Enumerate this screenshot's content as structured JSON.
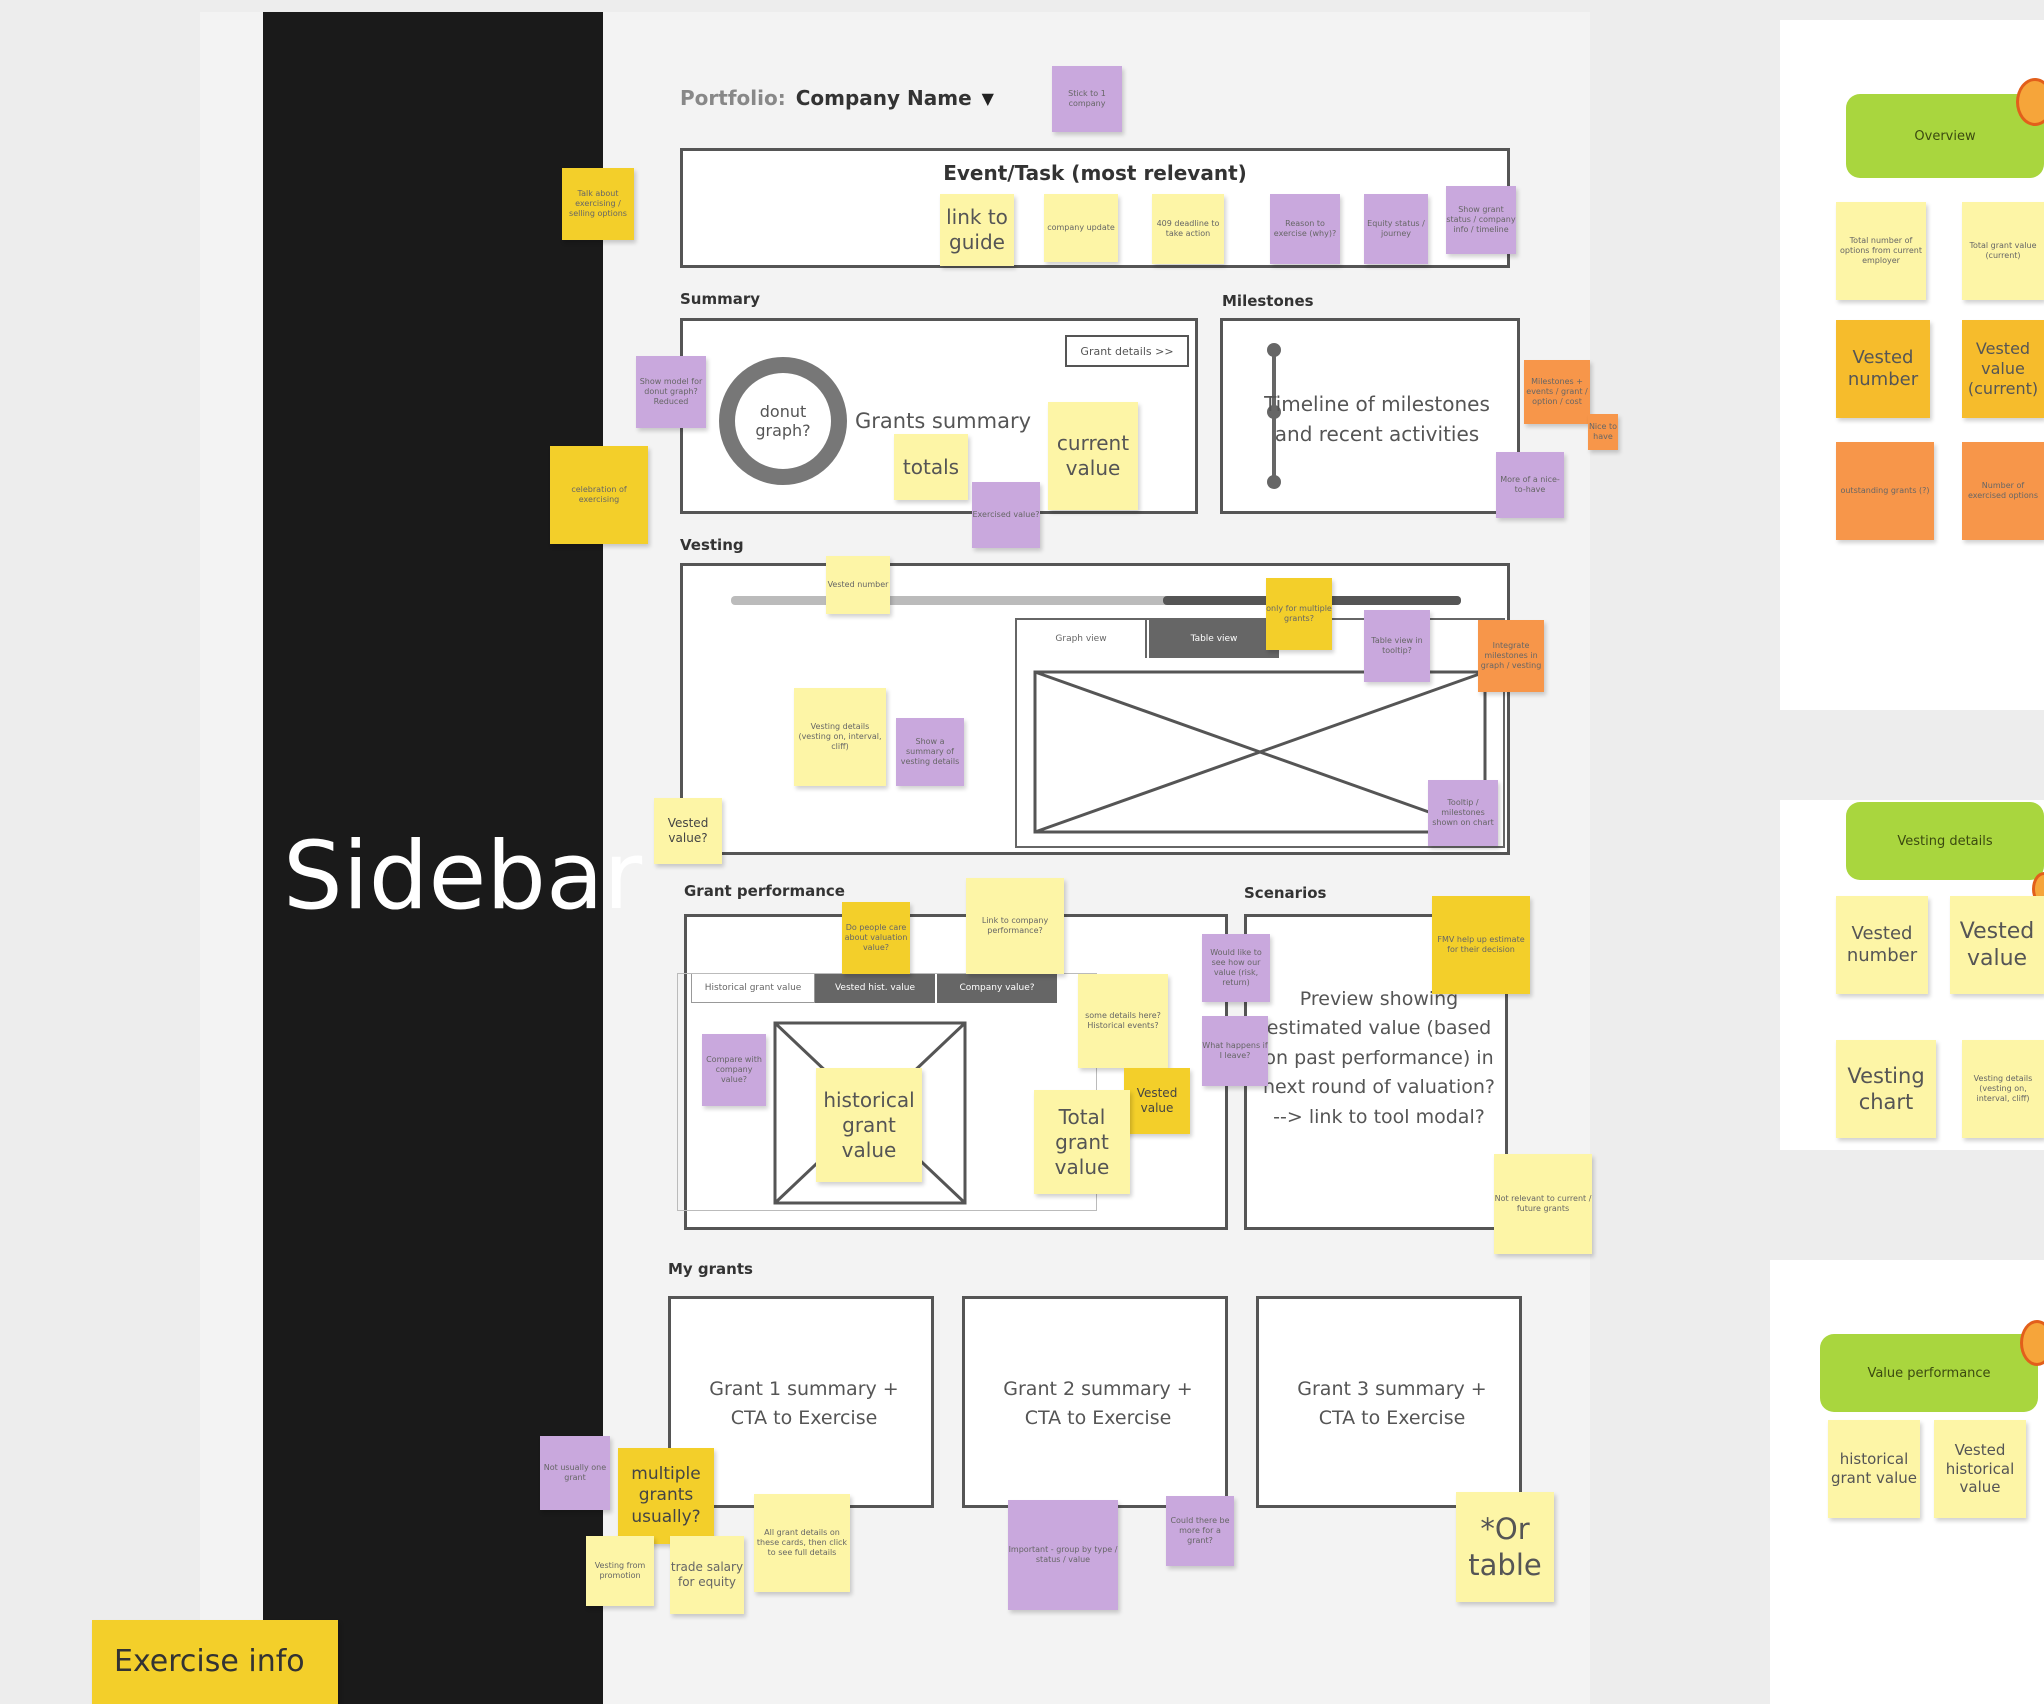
{
  "sidebar": {
    "label": "Sidebar"
  },
  "portfolio": {
    "label": "Portfolio:",
    "company": "Company Name"
  },
  "event_task": {
    "title": "Event/Task (most relevant)"
  },
  "sections": {
    "summary": "Summary",
    "milestones": "Milestones",
    "vesting": "Vesting",
    "grant_performance": "Grant performance",
    "scenarios": "Scenarios",
    "my_grants": "My grants"
  },
  "summary": {
    "donut": "donut graph?",
    "grants_summary": "Grants summary",
    "grant_details_button": "Grant details >>"
  },
  "milestones": {
    "timeline": "Timeline of milestones and recent activities"
  },
  "vesting": {
    "tab_graph": "Graph view",
    "tab_table": "Table view"
  },
  "performance": {
    "tab1": "Historical grant value",
    "tab2": "Vested hist. value",
    "tab3": "Company value?"
  },
  "scenarios": {
    "preview": "Preview showing estimated value (based on past performance) in next round of valuation? --> link to tool modal?"
  },
  "grants": [
    "Grant 1 summary + CTA to Exercise",
    "Grant 2 summary + CTA to Exercise",
    "Grant 3 summary + CTA to Exercise"
  ],
  "notes": {
    "n01": "Stick to 1 company",
    "n02": "link to guide",
    "n03": "company update",
    "n04": "409 deadline to take action",
    "n05": "Reason to exercise (why)?",
    "n06": "Equity status / journey",
    "n07": "Show grant status / company info / timeline",
    "n08": "Talk about exercising / selling options",
    "n09": "Show model for donut graph? Reduced",
    "n10": "celebration of exercising",
    "n11": "current value",
    "n12": "totals",
    "n13": "Exercised value?",
    "n14": "Milestones + events / grant / option / cost",
    "n15": "Nice to have",
    "n16": "More of a nice-to-have",
    "n17": "Vested number",
    "n18": "only for multiple grants?",
    "n19": "Table view in tooltip?",
    "n20": "Integrate milestones in graph / vesting",
    "n21": "Vesting details (vesting on, interval, cliff)",
    "n22": "Show a summary of vesting details",
    "n23": "Vested value?",
    "n24": "Tooltip / milestones shown on chart",
    "n25": "Link to company performance?",
    "n26": "Do people care about valuation value?",
    "n27": "Would like to see how our value (risk, return)",
    "n28": "some details here? Historical events?",
    "n29": "Compare with company value?",
    "n30": "historical grant value",
    "n31": "Vested value",
    "n32": "Total grant value",
    "n33": "What happens if I leave?",
    "n34": "FMV help up estimate for their decision",
    "n35": "Not relevant to current / future grants",
    "n36": "*Or table",
    "n37": "Not usually one grant",
    "n38": "multiple grants usually?",
    "n39": "trade salary for equity",
    "n40": "Vesting from promotion",
    "n41": "All grant details on these cards, then click to see full details",
    "n42": "Important - group by type / status / value",
    "n43": "Could there be more for a grant?",
    "n44": "Exercise info"
  },
  "right_panel": {
    "overview": {
      "title": "Overview",
      "items": [
        "Total number of options from current employer",
        "Total grant value (current)",
        "Vested number",
        "Vested value (current)",
        "outstanding grants (?)",
        "Number of exercised options"
      ]
    },
    "vesting_details": {
      "title": "Vesting details",
      "items": [
        "Vested number",
        "Vested value",
        "Vesting chart",
        "Vesting details (vesting on, interval, cliff)"
      ]
    },
    "value_performance": {
      "title": "Value performance",
      "items": [
        "historical grant value",
        "Vested historical value"
      ]
    }
  },
  "colors": {
    "sidebar": "#1a1a1a",
    "sticky_yellow": "#fdf5a6",
    "sticky_gold": "#f3cf2a",
    "sticky_purple": "#c9a8dd",
    "sticky_orange": "#f7964a",
    "chip_green": "#a9d63e"
  }
}
